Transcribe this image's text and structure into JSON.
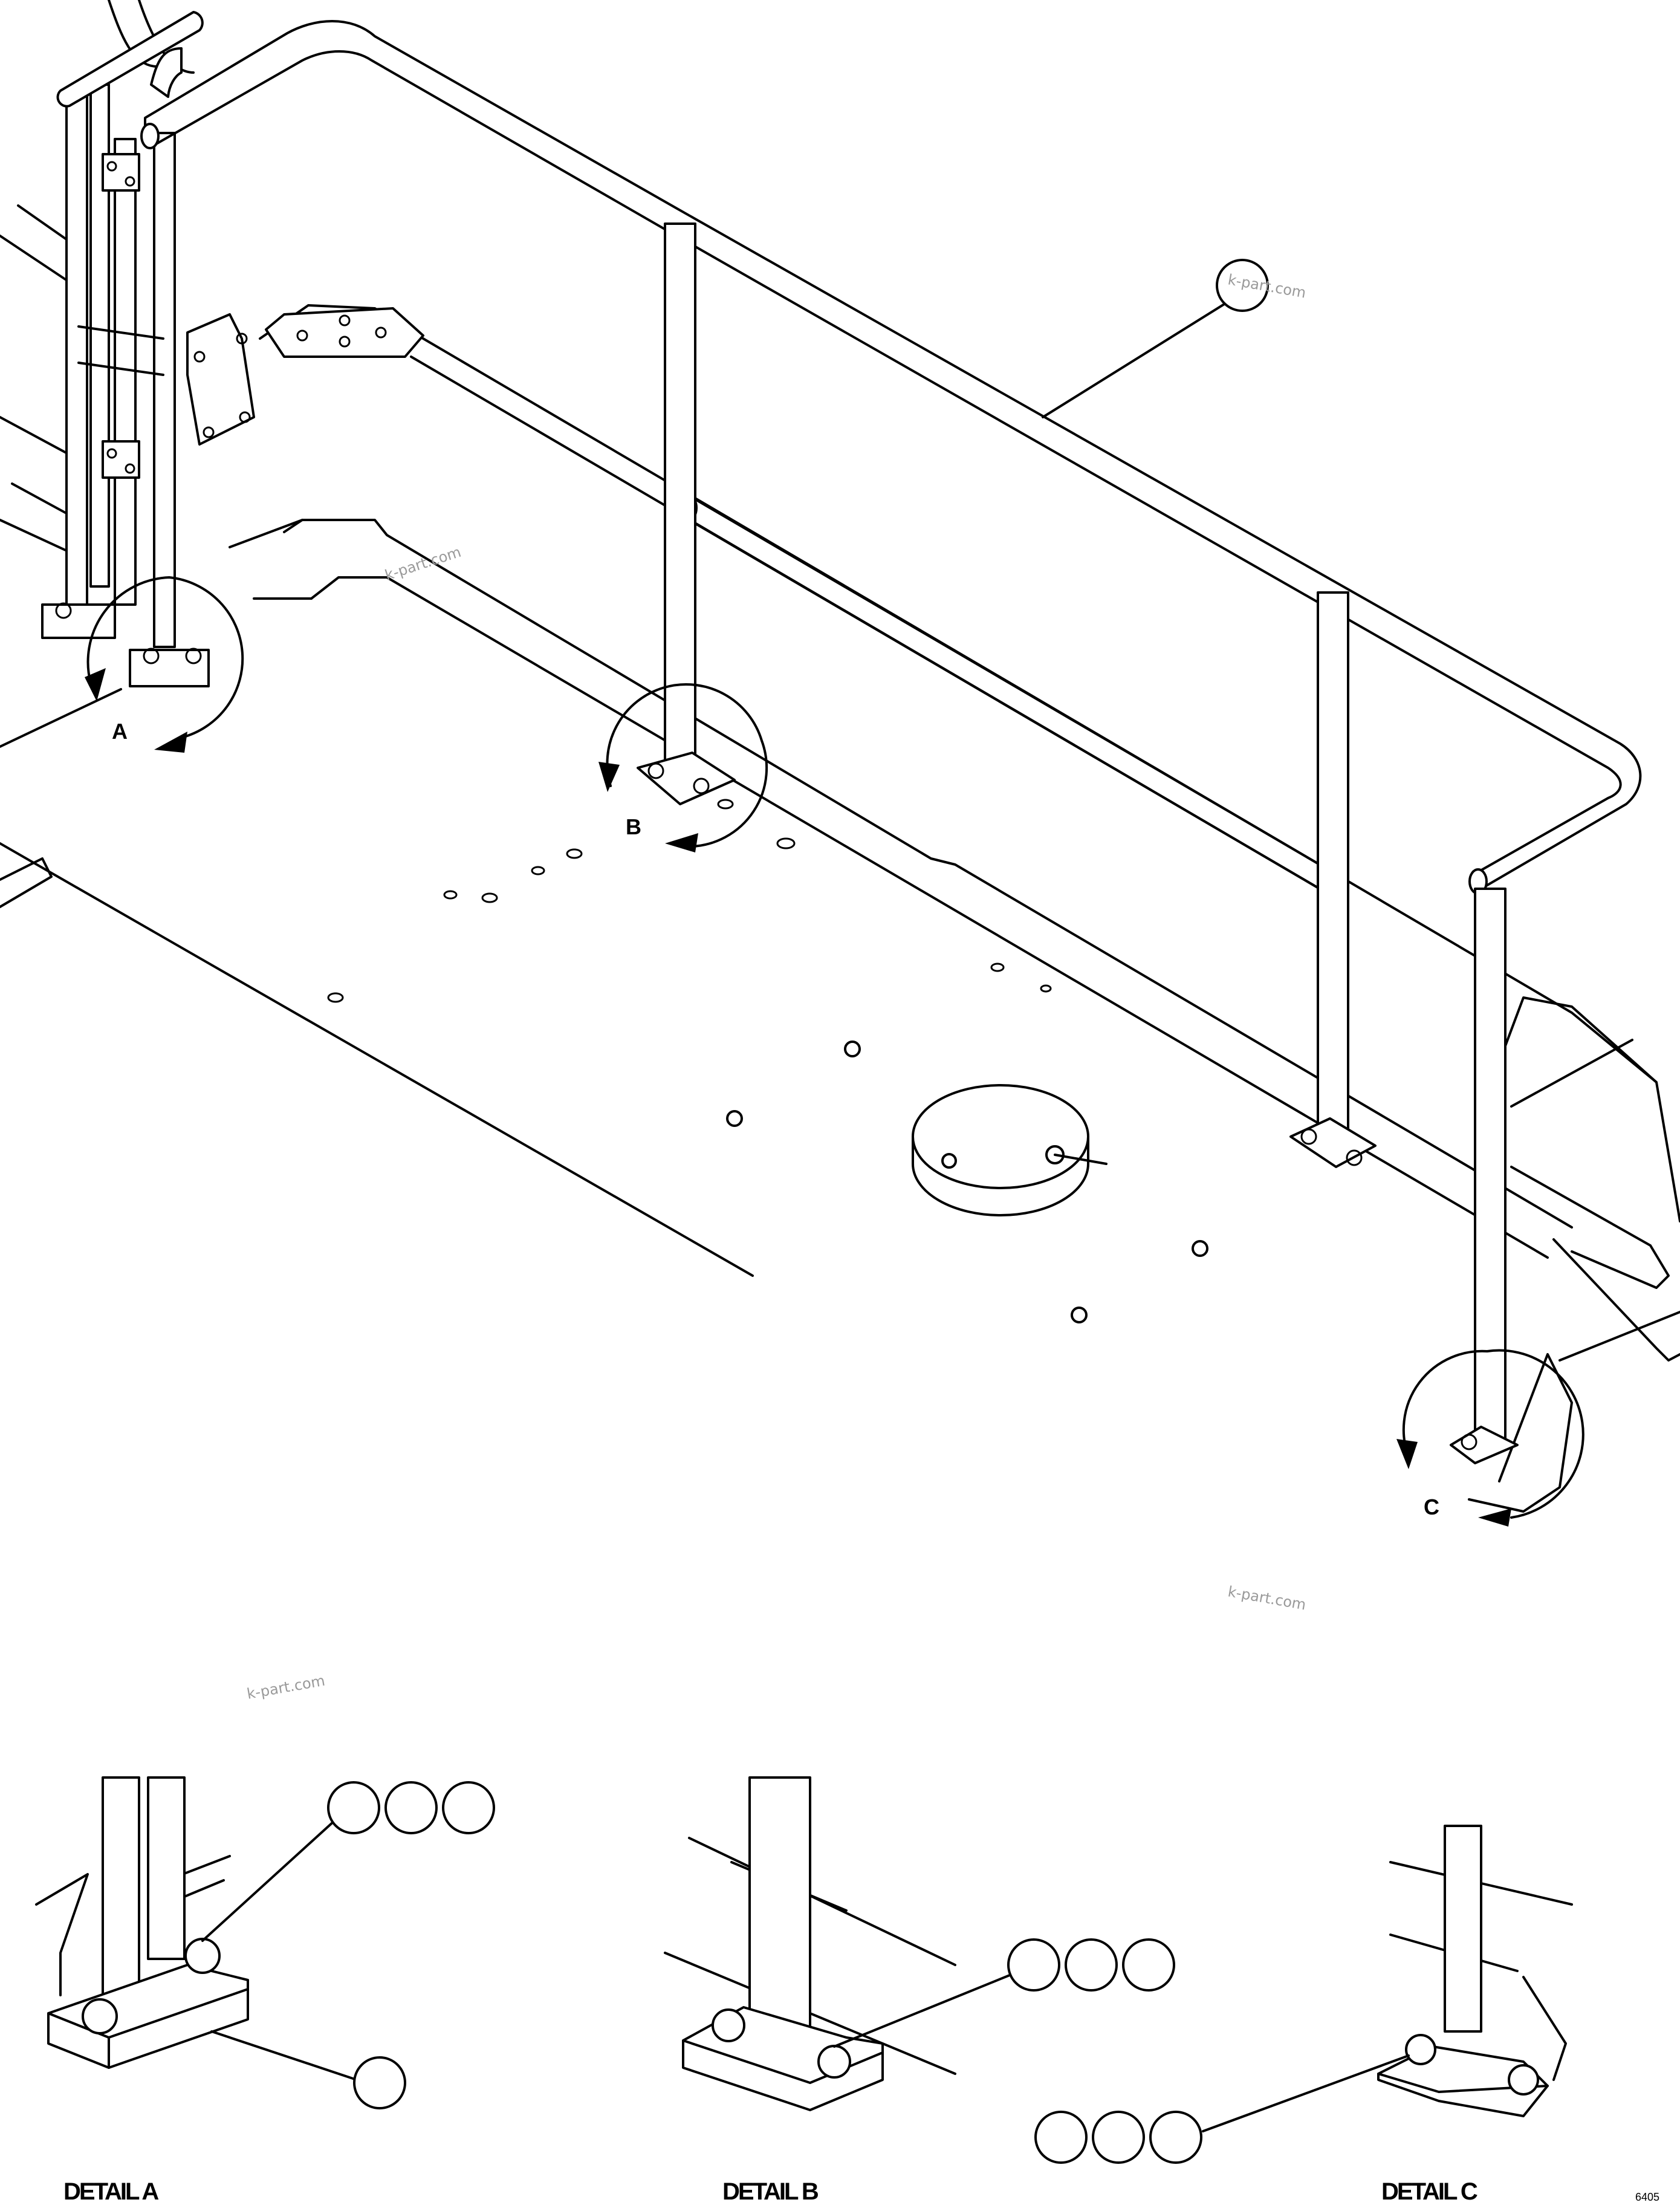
{
  "detail_labels": {
    "a": "A",
    "b": "B",
    "c": "C"
  },
  "detail_titles": {
    "a": "DETAIL A",
    "b": "DETAIL B",
    "c": "DETAIL C"
  },
  "watermarks": [
    "k-part.com",
    "k-part.com",
    "k-part.com",
    "k-part.com"
  ],
  "drawing_code": "6405"
}
